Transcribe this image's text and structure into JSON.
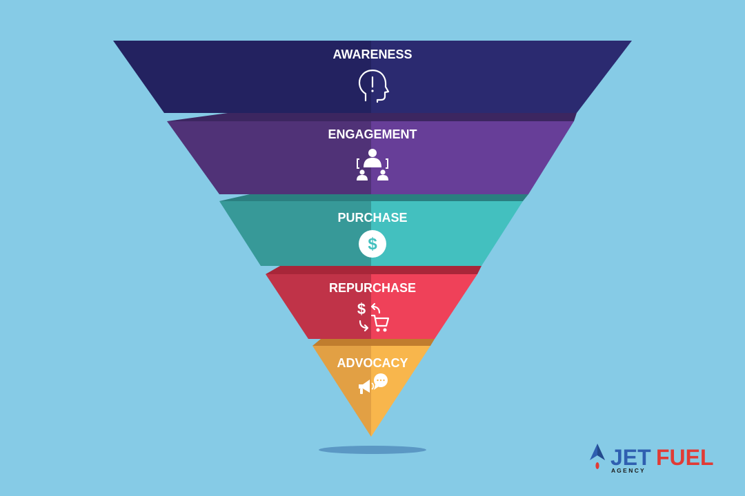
{
  "funnel": {
    "stages": [
      {
        "label": "AWARENESS",
        "icon": "head-exclamation-icon"
      },
      {
        "label": "ENGAGEMENT",
        "icon": "people-group-icon"
      },
      {
        "label": "PURCHASE",
        "icon": "dollar-circle-icon"
      },
      {
        "label": "REPURCHASE",
        "icon": "dollar-cart-cycle-icon"
      },
      {
        "label": "ADVOCACY",
        "icon": "megaphone-chat-icon"
      }
    ]
  },
  "logo": {
    "word_primary": "JET",
    "word_secondary": "FUEL",
    "tagline": "A G E N C Y",
    "icon": "rocket-icon"
  },
  "colors": {
    "background": "#86cbe6",
    "awareness_dark": "#232260",
    "awareness_light": "#2b2a70",
    "awareness_top": "#1a1a4e",
    "engagement_dark": "#503277",
    "engagement_light": "#673e98",
    "engagement_top": "#3c2660",
    "purchase_dark": "#379998",
    "purchase_light": "#43c0bf",
    "purchase_top": "#2a7f80",
    "repurchase_dark": "#c03348",
    "repurchase_light": "#ef4159",
    "repurchase_top": "#a82639",
    "advocacy_dark": "#e2a044",
    "advocacy_light": "#f8b64c",
    "advocacy_top": "#c07d2e",
    "logo_blue": "#2f5fb0",
    "logo_red": "#e13b35"
  }
}
